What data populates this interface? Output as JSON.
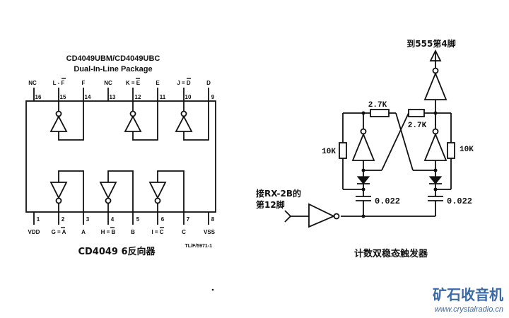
{
  "left": {
    "title_line1": "CD4049UBM/CD4049UBC",
    "title_line2": "Dual-In-Line Package",
    "top_pin_labels": [
      "NC",
      "L - F",
      "F",
      "NC",
      "K = E",
      "E",
      "J = D",
      "D"
    ],
    "top_pin_numbers": [
      "16",
      "15",
      "14",
      "13",
      "12",
      "11",
      "10",
      "9"
    ],
    "bottom_pin_numbers": [
      "1",
      "2",
      "3",
      "4",
      "5",
      "6",
      "7",
      "8"
    ],
    "bottom_pin_labels": [
      "VDD",
      "G = A",
      "A",
      "H = B",
      "B",
      "I = C",
      "C",
      "VSS"
    ],
    "ref_code": "TL/F/5971-1",
    "caption": "CD4049   6反向器"
  },
  "right": {
    "output_label": "到555第4脚",
    "resistor_top_left": "2.7K",
    "resistor_top_right": "2.7K",
    "resistor_side_left": "10K",
    "resistor_side_right": "10K",
    "cap_left": "0.022",
    "cap_right": "0.022",
    "input_label_line1": "接RX-2B的",
    "input_label_line2": "第12脚",
    "caption": "计数双稳态触发器"
  },
  "watermark": {
    "brand": "矿石收音机",
    "url": "www.crystalradio.cn"
  }
}
